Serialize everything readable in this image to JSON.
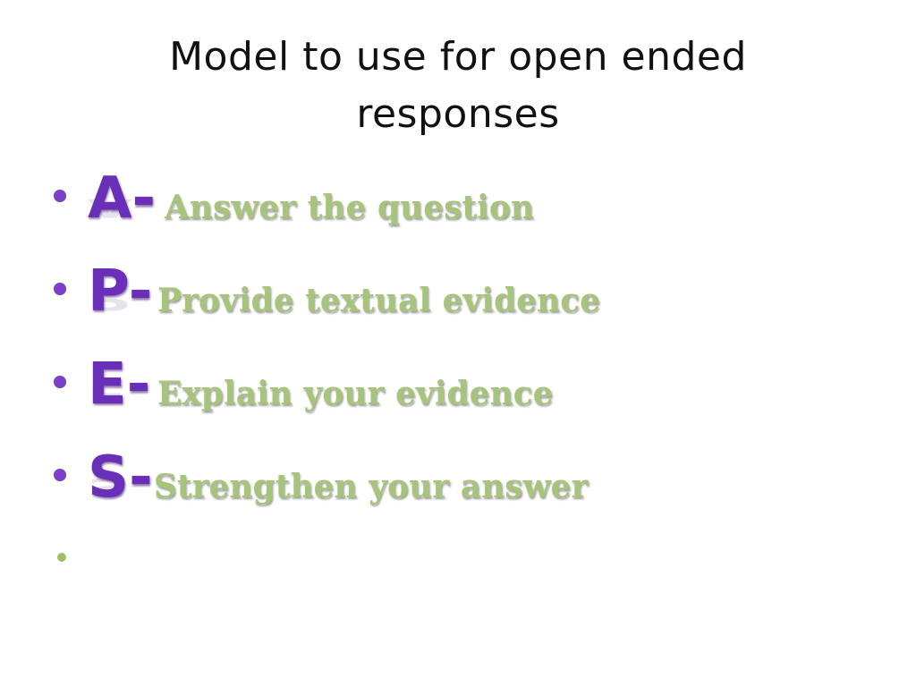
{
  "slide": {
    "title_line1": "Model to use for open ended",
    "title_line2": "responses",
    "items": [
      {
        "letter": "A-",
        "phrase": "Answer the question"
      },
      {
        "letter": "P-",
        "phrase": "Provide textual evidence"
      },
      {
        "letter": "E-",
        "phrase": "Explain your evidence"
      },
      {
        "letter": "S-",
        "phrase": "Strengthen your answer"
      }
    ],
    "colors": {
      "letter": "#6a2fb8",
      "phrase": "#a6c47a",
      "bullet": "#7b3fc8",
      "empty_bullet": "#9cc163"
    }
  }
}
